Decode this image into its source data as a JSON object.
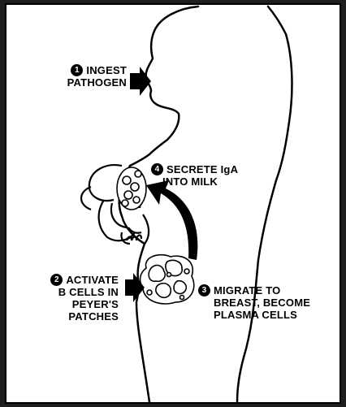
{
  "steps": [
    {
      "number": "1",
      "lines": [
        "INGEST",
        "PATHOGEN"
      ]
    },
    {
      "number": "2",
      "lines": [
        "ACTIVATE",
        "B CELLS IN",
        "PEYER'S",
        "PATCHES"
      ]
    },
    {
      "number": "3",
      "lines": [
        "MIGRATE TO",
        "BREAST, BECOME",
        "PLASMA CELLS"
      ]
    },
    {
      "number": "4",
      "lines": [
        "SECRETE IgA",
        "INTO MILK"
      ]
    }
  ],
  "colors": {
    "ink": "#000000",
    "paper": "#ffffff",
    "background": "#1e1e1e"
  }
}
